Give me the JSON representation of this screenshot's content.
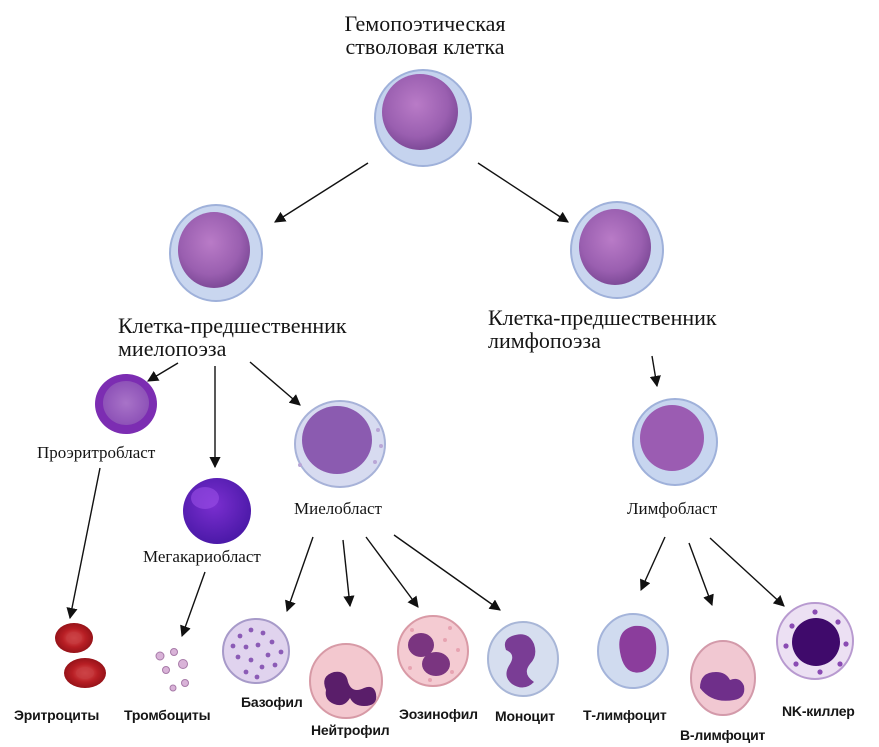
{
  "root": {
    "label_line1": "Гемопоэтическая",
    "label_line2": "стволовая клетка"
  },
  "myeloid_progenitor": {
    "label_line1": "Клетка-предшественник",
    "label_line2": "миелопоэза"
  },
  "lymphoid_progenitor": {
    "label_line1": "Клетка-предшественник",
    "label_line2": "лимфопоэза"
  },
  "proerythroblast": {
    "label": "Проэритробласт"
  },
  "megakaryoblast": {
    "label": "Мегакариобласт"
  },
  "myeloblast": {
    "label": "Миелобласт"
  },
  "lymphoblast": {
    "label": "Лимфобласт"
  },
  "leaves": {
    "erythrocytes": "Эритроциты",
    "thrombocytes": "Тромбоциты",
    "basophil": "Базофил",
    "neutrophil": "Нейтрофил",
    "eosinophil": "Эозинофил",
    "monocyte": "Моноцит",
    "t_lymphocyte": "Т-лимфоцит",
    "b_lymphocyte": "В-лимфоцит",
    "nk_killer": "NK-киллер"
  }
}
